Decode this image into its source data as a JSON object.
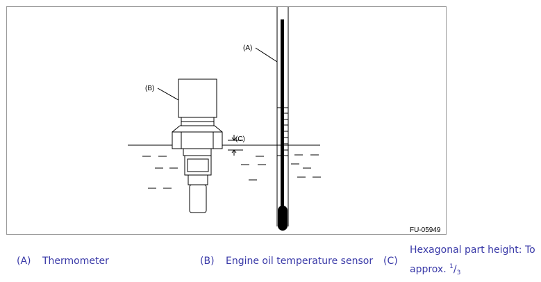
{
  "figure": {
    "id": "FU-05949",
    "callouts": {
      "a": "(A)",
      "b": "(B)",
      "c": "(C)"
    }
  },
  "legend": {
    "a_key": "(A)",
    "a_text": "Thermometer",
    "b_key": "(B)",
    "b_text": "Engine oil temperature sensor",
    "c_key": "(C)",
    "c_text_line1": "Hexagonal part height: To",
    "c_text_prefix": "approx.",
    "c_frac_num": "1",
    "c_frac_den": "3"
  }
}
